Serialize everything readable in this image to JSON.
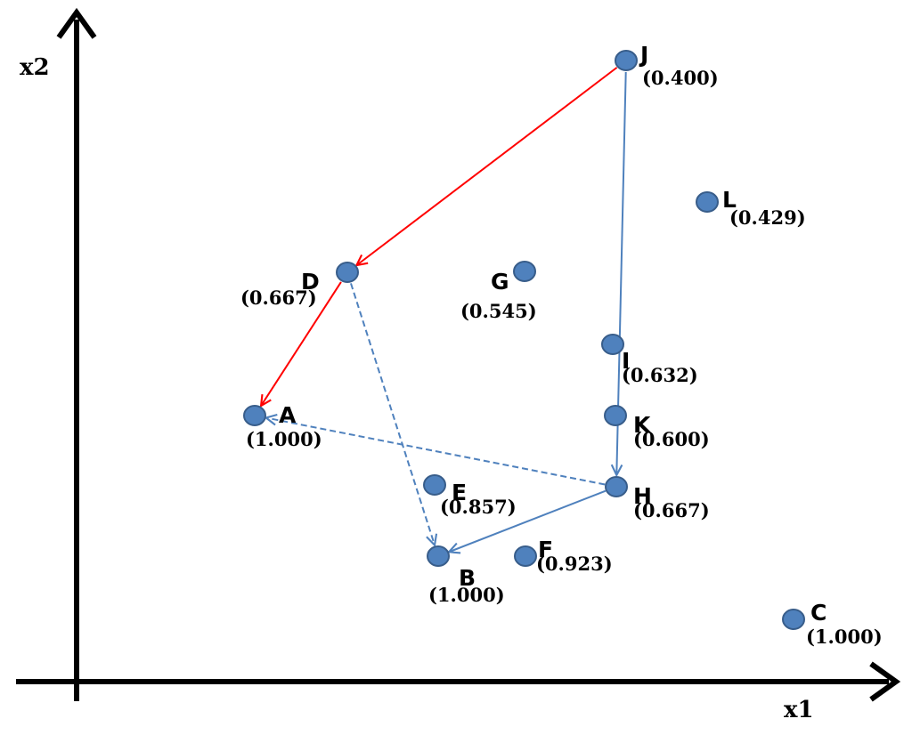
{
  "axes": {
    "x_label": "x1",
    "y_label": "x2"
  },
  "points": [
    {
      "id": "A",
      "value": "(1.000)"
    },
    {
      "id": "B",
      "value": "(1.000)"
    },
    {
      "id": "C",
      "value": "(1.000)"
    },
    {
      "id": "D",
      "value": "(0.667)"
    },
    {
      "id": "E",
      "value": "(0.857)"
    },
    {
      "id": "F",
      "value": "(0.923)"
    },
    {
      "id": "G",
      "value": "(0.545)"
    },
    {
      "id": "H",
      "value": "(0.667)"
    },
    {
      "id": "I",
      "value": "(0.632)"
    },
    {
      "id": "J",
      "value": "(0.400)"
    },
    {
      "id": "K",
      "value": "(0.600)"
    },
    {
      "id": "L",
      "value": "(0.429)"
    }
  ],
  "edges": [
    {
      "from": "J",
      "to": "D",
      "style": "solid",
      "color": "#FF0000"
    },
    {
      "from": "D",
      "to": "A",
      "style": "solid",
      "color": "#FF0000"
    },
    {
      "from": "J",
      "to": "H",
      "style": "solid",
      "color": "#4F81BD"
    },
    {
      "from": "H",
      "to": "B",
      "style": "solid",
      "color": "#4F81BD"
    },
    {
      "from": "D",
      "to": "B",
      "style": "dashed",
      "color": "#4F81BD"
    },
    {
      "from": "H",
      "to": "A",
      "style": "dashed",
      "color": "#4F81BD"
    }
  ],
  "colors": {
    "point_fill": "#4F81BD",
    "point_stroke": "#385D8A",
    "red_path": "#FF0000",
    "blue_path": "#4F81BD"
  }
}
